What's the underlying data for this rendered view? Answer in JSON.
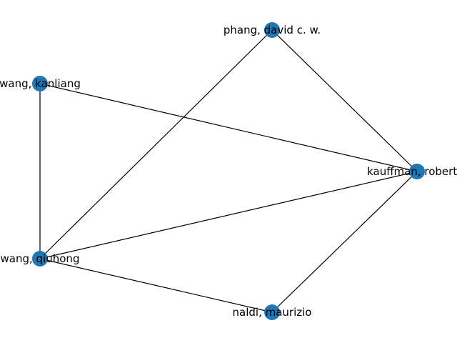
{
  "graph": {
    "node_color": "#1f77b4",
    "edge_color": "#000000",
    "nodes": [
      {
        "id": "phang",
        "label": "phang, david c. w."
      },
      {
        "id": "wang_k",
        "label": "wang, kanliang"
      },
      {
        "id": "kauffman",
        "label": "kauffman, robert j."
      },
      {
        "id": "wang_q",
        "label": "wang, qiuhong"
      },
      {
        "id": "naldi",
        "label": "naldi, maurizio"
      }
    ],
    "edges": [
      {
        "source": "phang",
        "target": "kauffman"
      },
      {
        "source": "phang",
        "target": "wang_q"
      },
      {
        "source": "wang_k",
        "target": "kauffman"
      },
      {
        "source": "wang_k",
        "target": "wang_q"
      },
      {
        "source": "wang_q",
        "target": "kauffman"
      },
      {
        "source": "wang_q",
        "target": "naldi"
      },
      {
        "source": "naldi",
        "target": "kauffman"
      }
    ]
  }
}
